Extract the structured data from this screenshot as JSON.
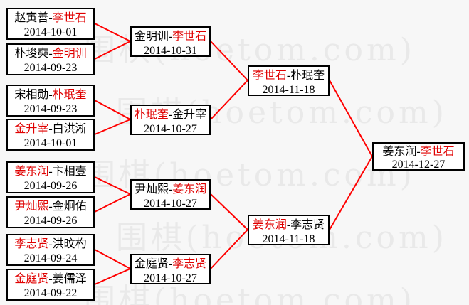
{
  "diagram": {
    "type": "tournament-bracket",
    "separator": "-",
    "watermark_text": "围棋(hoetom.com)",
    "colors": {
      "connector": "#ff0000",
      "winner_name": "#e00000",
      "loser_name": "#000000",
      "box_border": "#000000",
      "box_bg": "#ffffff",
      "page_bg": "#f7f7f7",
      "watermark": "#e9e9e9"
    }
  },
  "matches": [
    {
      "p1": "赵寅善",
      "p2": "李世石",
      "winner": 2,
      "date": "2014-10-01"
    },
    {
      "p1": "朴埈奭",
      "p2": "金明训",
      "winner": 2,
      "date": "2014-09-23"
    },
    {
      "p1": "宋相勋",
      "p2": "朴珉奎",
      "winner": 2,
      "date": "2014-09-23"
    },
    {
      "p1": "金升宰",
      "p2": "白洪淅",
      "winner": 1,
      "date": "2014-10-01"
    },
    {
      "p1": "姜东润",
      "p2": "卞相壹",
      "winner": 1,
      "date": "2014-09-26"
    },
    {
      "p1": "尹灿熙",
      "p2": "金炯佑",
      "winner": 1,
      "date": "2014-09-26"
    },
    {
      "p1": "李志贤",
      "p2": "洪旼杓",
      "winner": 1,
      "date": "2014-09-24"
    },
    {
      "p1": "金庭贤",
      "p2": "姜儒泽",
      "winner": 1,
      "date": "2014-09-22"
    },
    {
      "p1": "金明训",
      "p2": "李世石",
      "winner": 2,
      "date": "2014-10-31"
    },
    {
      "p1": "朴珉奎",
      "p2": "金升宰",
      "winner": 1,
      "date": "2014-10-27"
    },
    {
      "p1": "尹灿熙",
      "p2": "姜东润",
      "winner": 2,
      "date": "2014-10-27"
    },
    {
      "p1": "金庭贤",
      "p2": "李志贤",
      "winner": 2,
      "date": "2014-10-27"
    },
    {
      "p1": "李世石",
      "p2": "朴珉奎",
      "winner": 1,
      "date": "2014-11-18"
    },
    {
      "p1": "姜东润",
      "p2": "李志贤",
      "winner": 1,
      "date": "2014-11-18"
    },
    {
      "p1": "姜东润",
      "p2": "李世石",
      "winner": 2,
      "date": "2014-12-27"
    }
  ]
}
